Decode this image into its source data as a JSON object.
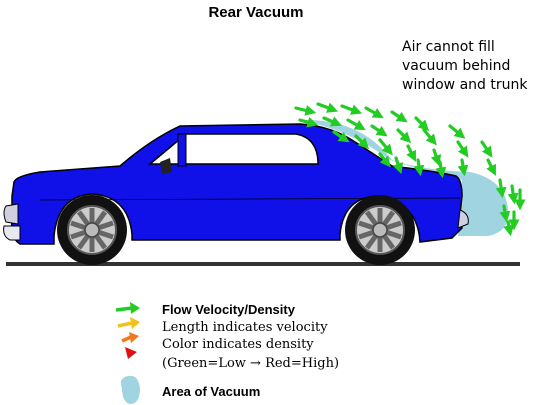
{
  "title": "Rear Vacuum",
  "annotation": "Air cannot fill vacuum behind window and trunk",
  "legend": {
    "flow_label": "Flow Velocity/Density",
    "line1": "Length indicates velocity",
    "line2": "Color indicates density",
    "line3": "(Green=Low → Red=High)",
    "vacuum_label": "Area of Vacuum"
  },
  "colors": {
    "car_body": "#1010e8",
    "vacuum": "#9fd4e0",
    "arrow_low": "#22cc22",
    "arrow_mid1": "#f2c21a",
    "arrow_mid2": "#f07a1a",
    "arrow_high": "#e01010"
  }
}
